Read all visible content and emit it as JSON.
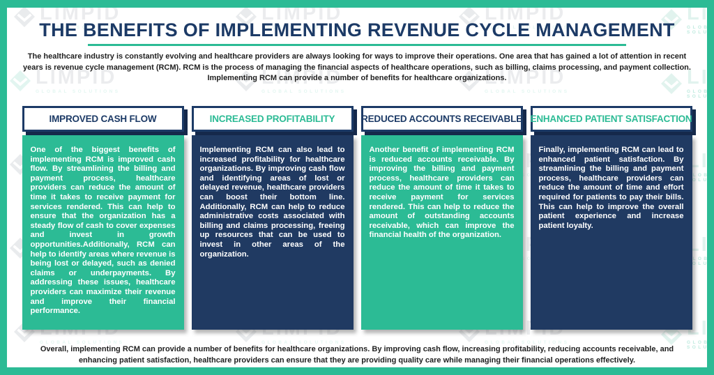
{
  "page": {
    "title": "THE BENEFITS OF IMPLEMENTING REVENUE CYCLE MANAGEMENT",
    "intro": "The healthcare industry is constantly evolving and healthcare providers are always looking for ways to improve their operations. One area that has gained a lot of attention in recent years is revenue cycle management (RCM). RCM is the process of managing the financial aspects of healthcare operations, such as billing, claims processing, and payment collection. Implementing RCM can provide a number of benefits for healthcare organizations.",
    "outro": "Overall, implementing RCM can provide a number of benefits for healthcare organizations. By improving cash flow, increasing profitability, reducing accounts receivable, and enhancing patient satisfaction, healthcare providers can ensure that they are providing quality care while managing their financial operations effectively.",
    "colors": {
      "green": "#2cbb95",
      "navy": "#1c3a66",
      "card_body_navy": "#203a62",
      "text_dark": "#1f1f1f",
      "card_text": "#ffffff"
    }
  },
  "watermark": {
    "brand": "LIMPID",
    "tagline": "GLOBAL SOLUTIONS"
  },
  "cards": [
    {
      "title": "IMPROVED CASH FLOW",
      "title_color": "navy",
      "body_bg": "green",
      "body": "One of the biggest benefits of implementing RCM is improved cash flow. By streamlining the billing and payment process, healthcare providers can reduce the amount of time it takes to receive payment for services rendered. This can help to ensure that the organization has a steady flow of cash to cover expenses and invest in growth opportunities.Additionally, RCM can help to identify areas where revenue is being lost or delayed, such as denied claims or underpayments. By addressing these issues, healthcare providers can maximize their revenue and improve their financial performance."
    },
    {
      "title": "INCREASED PROFITABILITY",
      "title_color": "green",
      "body_bg": "navy",
      "body": "Implementing RCM can also lead to increased profitability for healthcare organizations. By improving cash flow and identifying areas of lost or delayed revenue, healthcare providers can boost their bottom line. Additionally, RCM can help to reduce administrative costs associated with billing and claims processing, freeing up resources that can be used to invest in other areas of the organization."
    },
    {
      "title": "REDUCED ACCOUNTS RECEIVABLE",
      "title_color": "navy",
      "body_bg": "green",
      "body": "Another benefit of implementing RCM is reduced accounts receivable. By improving the billing and payment process, healthcare providers can reduce the amount of time it takes to receive payment for services rendered. This can help to reduce the amount of outstanding accounts receivable, which can improve the financial health of the organization."
    },
    {
      "title": "ENHANCED PATIENT SATISFACTION",
      "title_color": "green",
      "body_bg": "navy",
      "body": "Finally, implementing RCM can lead to enhanced patient satisfaction. By streamlining the billing and payment process, healthcare providers can reduce the amount of time and effort required for patients to pay their bills. This can help to improve the overall patient experience and increase patient loyalty."
    }
  ]
}
